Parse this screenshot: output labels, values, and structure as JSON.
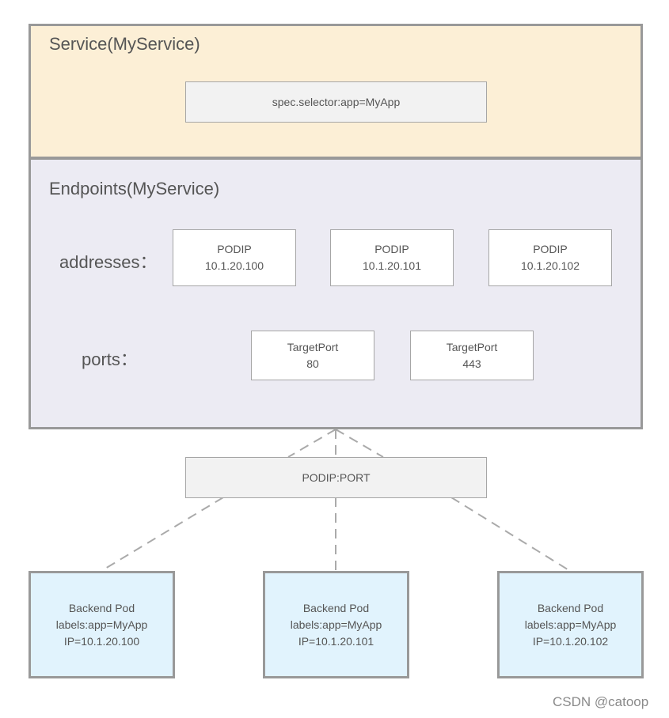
{
  "service": {
    "title": "Service(MyService)",
    "selector": "spec.selector:app=MyApp"
  },
  "endpoints": {
    "title": "Endpoints(MyService)",
    "addresses_label": "addresses：",
    "ports_label": "ports：",
    "addresses": [
      {
        "line1": "PODIP",
        "line2": "10.1.20.100"
      },
      {
        "line1": "PODIP",
        "line2": "10.1.20.101"
      },
      {
        "line1": "PODIP",
        "line2": "10.1.20.102"
      }
    ],
    "ports": [
      {
        "line1": "TargetPort",
        "line2": "80"
      },
      {
        "line1": "TargetPort",
        "line2": "443"
      }
    ]
  },
  "connector": {
    "label": "PODIP:PORT"
  },
  "pods": [
    {
      "name": "Backend Pod",
      "labels": "labels:app=MyApp",
      "ip": "IP=10.1.20.100"
    },
    {
      "name": "Backend Pod",
      "labels": "labels:app=MyApp",
      "ip": "IP=10.1.20.101"
    },
    {
      "name": "Backend Pod",
      "labels": "labels:app=MyApp",
      "ip": "IP=10.1.20.102"
    }
  ],
  "watermark": "CSDN @catoop",
  "colors": {
    "service_bg": "#fcefd6",
    "endpoints_bg": "#ecebf3",
    "pod_bg": "#e1f3fd",
    "border": "#999999"
  }
}
